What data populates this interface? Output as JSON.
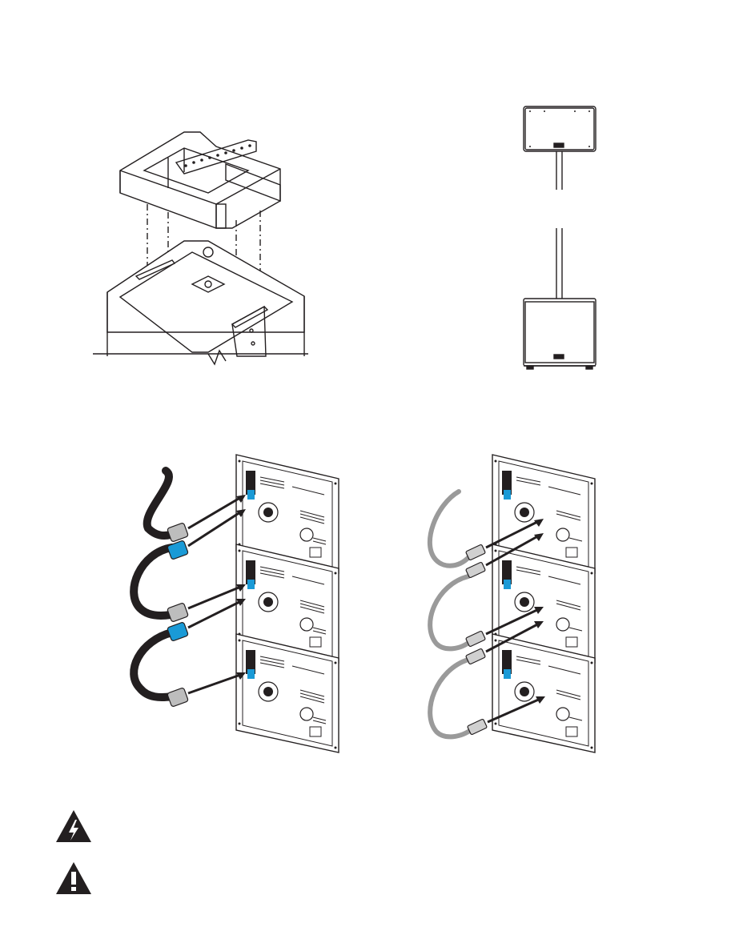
{
  "page": {
    "background": "#ffffff",
    "line_color": "#231f20"
  },
  "figures": {
    "top_left": {
      "icon": "subwoofer-rigging-frame-illustration"
    },
    "top_right": {
      "icon": "pole-mounted-speaker-on-subwoofer-illustration"
    },
    "bottom_left": {
      "icon": "powercon-daisy-chain-illustration",
      "accent": "#1a9ad6"
    },
    "bottom_right": {
      "icon": "xlr-signal-daisy-chain-illustration",
      "cable_color": "#9a9a9a"
    }
  },
  "warnings": [
    {
      "icon": "electric-shock-warning-icon"
    },
    {
      "icon": "caution-exclamation-icon"
    }
  ]
}
